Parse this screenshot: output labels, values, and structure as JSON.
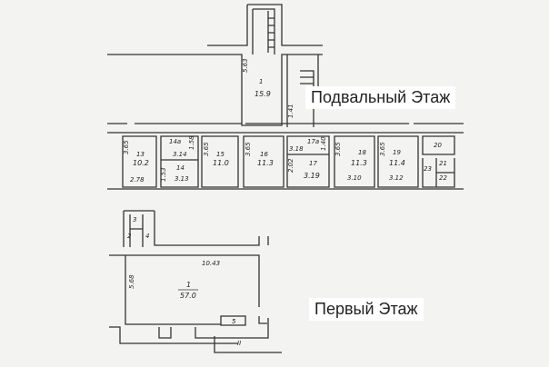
{
  "floors": {
    "basement_label": "Подвальный Этаж",
    "first_label": "Первый Этаж"
  },
  "basement": {
    "stair_room": {
      "number": "1",
      "area": "15.9",
      "dim": "5.63",
      "small": "1.41"
    },
    "rooms": [
      {
        "number": "13",
        "area": "10.2",
        "dim1": "3.65",
        "dim2": "2.78"
      },
      {
        "number": "14а",
        "area": "3.14",
        "dim1": "1.58"
      },
      {
        "number": "14",
        "area": "3.13",
        "dim1": "1.53"
      },
      {
        "number": "15",
        "area": "11.0",
        "dim1": "3.65"
      },
      {
        "number": "16",
        "area": "11.3",
        "dim1": "3.65"
      },
      {
        "number": "17а",
        "area": "3.18",
        "dim1": "1.40"
      },
      {
        "number": "17",
        "area": "3.19",
        "dim1": "2.02"
      },
      {
        "number": "18",
        "area": "11.3",
        "dim1": "3.65",
        "dim2": "3.10"
      },
      {
        "number": "19",
        "area": "11.4",
        "dim1": "3.65",
        "dim2": "3.12"
      },
      {
        "number": "20"
      },
      {
        "number": "21"
      },
      {
        "number": "22"
      },
      {
        "number": "23"
      }
    ]
  },
  "first": {
    "main_room": {
      "number": "1",
      "area": "57.0",
      "width": "10.43",
      "depth": "5.68"
    },
    "small_rooms": [
      "3",
      "2",
      "4",
      "5",
      "II"
    ]
  }
}
